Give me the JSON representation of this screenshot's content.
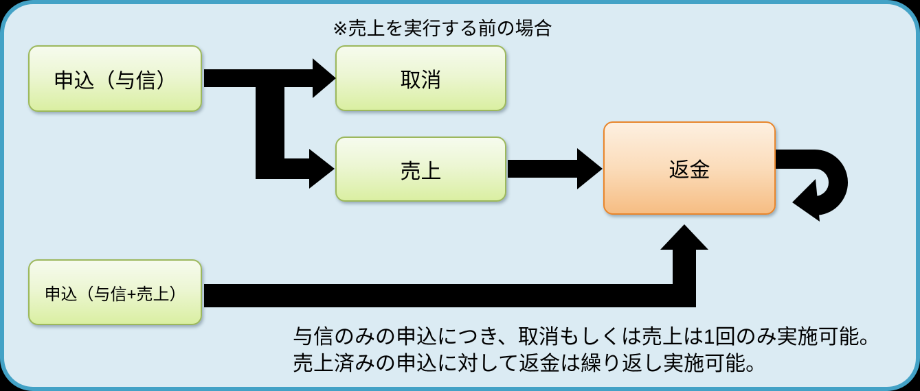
{
  "diagram": {
    "caption_top": "※売上を実行する前の場合",
    "nodes": {
      "apply_credit": "申込（与信）",
      "cancel": "取消",
      "capture": "売上",
      "refund": "返金",
      "apply_credit_capture": "申込（与信+売上）"
    },
    "note": {
      "line1": "与信のみの申込につき、取消もしくは売上は1回のみ実施可能。",
      "line2": "売上済みの申込に対して返金は繰り返し実施可能。"
    },
    "colors": {
      "outer_background": "#000000",
      "frame_fill": "#dbebf3",
      "frame_border": "#43a2c6",
      "green_node_border": "#9cb85c",
      "green_node_gradient_top": "#f6fbee",
      "green_node_gradient_bottom": "#daefa2",
      "orange_node_border": "#e8862c",
      "orange_node_gradient_top": "#fdf0e1",
      "orange_node_gradient_bottom": "#f6bd83",
      "arrow": "#000000",
      "text": "#000000"
    }
  }
}
